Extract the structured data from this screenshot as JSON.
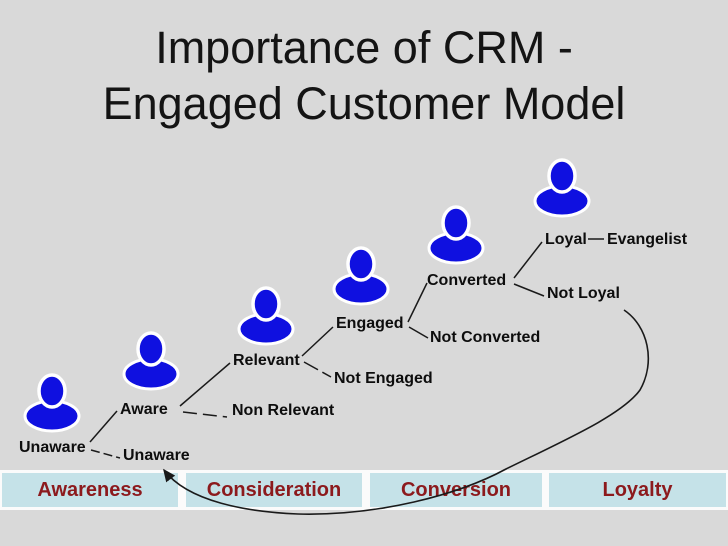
{
  "slide": {
    "title": {
      "line1": "Importance of CRM -",
      "line2": "Engaged Customer Model"
    }
  },
  "diagram": {
    "labels": {
      "unaware_stage": "Unaware",
      "aware": "Aware",
      "unaware_branch": "Unaware",
      "relevant": "Relevant",
      "non_relevant": "Non Relevant",
      "engaged": "Engaged",
      "not_engaged": "Not Engaged",
      "converted": "Converted",
      "not_converted": "Not Converted",
      "loyal": "Loyal",
      "evangelist": "Evangelist",
      "not_loyal": "Not Loyal"
    },
    "progression": [
      "Unaware",
      "Aware",
      "Relevant",
      "Engaged",
      "Converted",
      "Loyal",
      "Evangelist"
    ],
    "fallout_branches": [
      "Unaware",
      "Non Relevant",
      "Not Engaged",
      "Not Converted",
      "Not Loyal"
    ],
    "icons": [
      "person-icon",
      "person-icon",
      "person-icon",
      "person-icon",
      "person-icon",
      "person-icon"
    ]
  },
  "phases": {
    "items": [
      {
        "label": "Awareness"
      },
      {
        "label": "Consideration"
      },
      {
        "label": "Conversion"
      },
      {
        "label": "Loyalty"
      }
    ]
  },
  "colors": {
    "background": "#d9d9d9",
    "person_blue": "#0f10e0",
    "phase_bar_bg": "#c5e2e8",
    "phase_bar_text": "#8c1a1d",
    "connector_line": "#1a1a1a",
    "title_text": "#141414"
  }
}
